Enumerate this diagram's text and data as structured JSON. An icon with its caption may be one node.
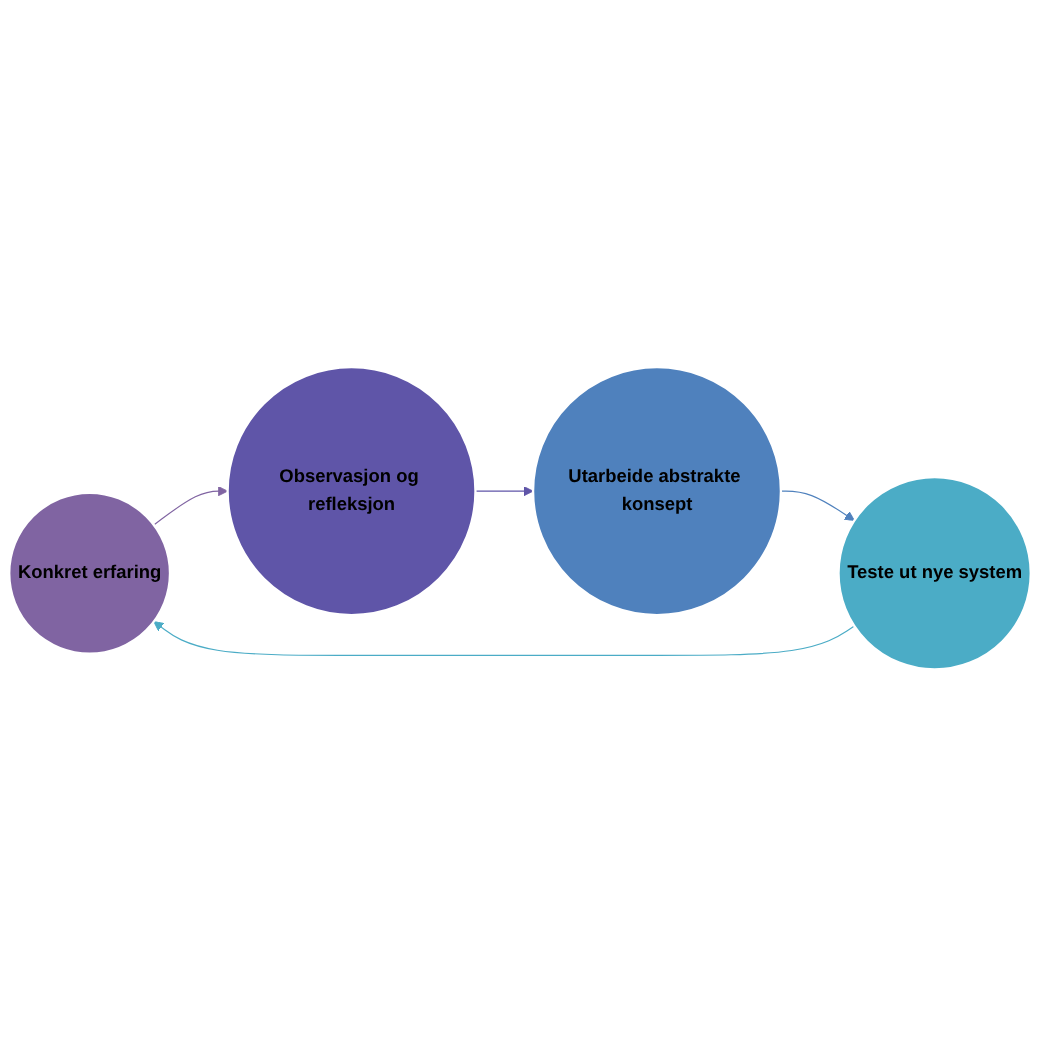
{
  "diagram": {
    "nodes": [
      {
        "text": [
          "Konkret erfaring"
        ]
      },
      {
        "text": [
          "Observasjon og refleksjon"
        ]
      },
      {
        "text": [
          "Utarbeide abstrakte konsept"
        ]
      },
      {
        "text": [
          "Teste ut nye system"
        ]
      }
    ],
    "edges": [
      {
        "from": 0,
        "to": 1,
        "arrow": "to",
        "color": "#8064a2"
      },
      {
        "from": 1,
        "to": 2,
        "arrow": "to",
        "color": "#5f55a8"
      },
      {
        "from": 2,
        "to": 3,
        "arrow": "to",
        "color": "#4f81bd"
      },
      {
        "from": 3,
        "to": 0,
        "arrow": "to",
        "color": "#4bacc6"
      }
    ]
  }
}
